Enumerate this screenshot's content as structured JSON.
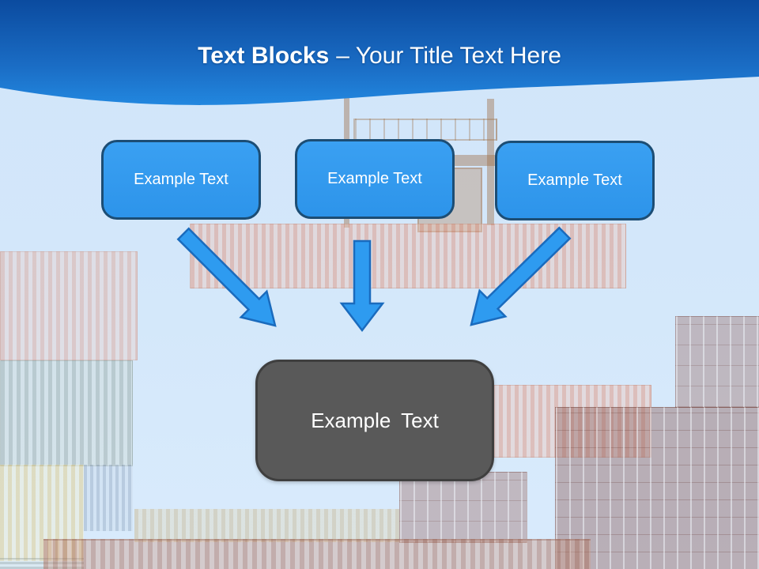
{
  "slide_title": {
    "bold": "Text Blocks",
    "rest": "– Your Title Text Here"
  },
  "text_blocks": [
    {
      "label": "Example Text"
    },
    {
      "label": "Example Text"
    },
    {
      "label": "Example Text"
    }
  ],
  "result_block": {
    "label": "Example Text"
  },
  "arrows": [
    {
      "name": "arrow-down-right"
    },
    {
      "name": "arrow-down"
    },
    {
      "name": "arrow-down-left"
    }
  ],
  "colors": {
    "header_gradient_top": "#0b4b9f",
    "header_gradient_bottom": "#2287df",
    "sky": "#d2e6fa",
    "block_fill": "#2e96ed",
    "block_border": "#1c4d74",
    "arrow_fill": "#2e9bf0",
    "arrow_stroke": "#1a6bbd",
    "result_fill": "#595959",
    "result_border": "#3f3f3f",
    "title_text": "#ffffff"
  },
  "background_theme": "faded shipping-container yard with gantry crane"
}
